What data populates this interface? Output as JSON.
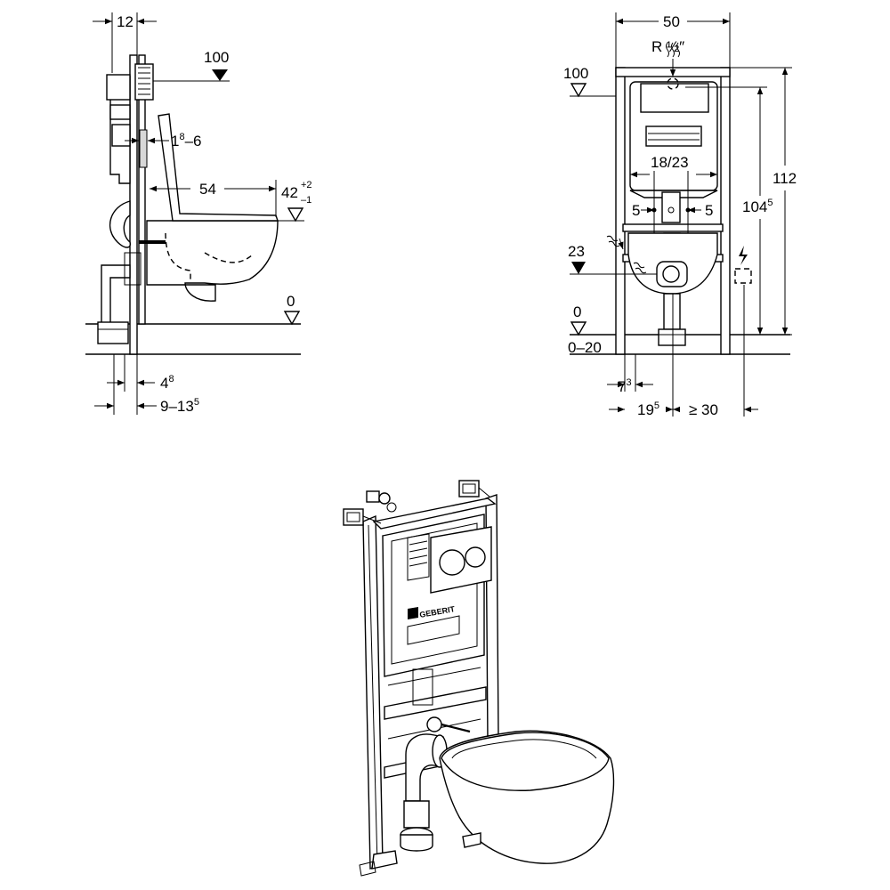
{
  "side_view": {
    "dim_top_width": "12",
    "level_top": "100",
    "dim_seat_gap": "1",
    "dim_seat_gap_sup": "8",
    "dim_seat_gap_tail": "–6",
    "dim_projection": "54",
    "dim_height": "42",
    "dim_height_tol_plus": "+2",
    "dim_height_tol_minus": "–1",
    "level_floor": "0",
    "dim_frame_depth": "4",
    "dim_frame_depth_sup": "8",
    "dim_wall_range": "9–13",
    "dim_wall_range_sup": "5"
  },
  "front_view": {
    "dim_width": "50",
    "water_connection": "R ½″",
    "level_top": "100",
    "dim_total_height": "112",
    "dim_inner_height": "104",
    "dim_inner_height_sup": "5",
    "dim_bolt_spacing": "18/23",
    "dim_left_offset": "5",
    "dim_right_offset": "5",
    "level_connection": "23",
    "level_floor": "0",
    "level_floor_range": "0–20",
    "dim_foot": "7",
    "dim_foot_sup": "3",
    "dim_center_offset": "19",
    "dim_center_offset_sup": "5",
    "dim_electric_min": "≥ 30"
  },
  "product_view": {
    "brand_label": "GEBERIT"
  }
}
